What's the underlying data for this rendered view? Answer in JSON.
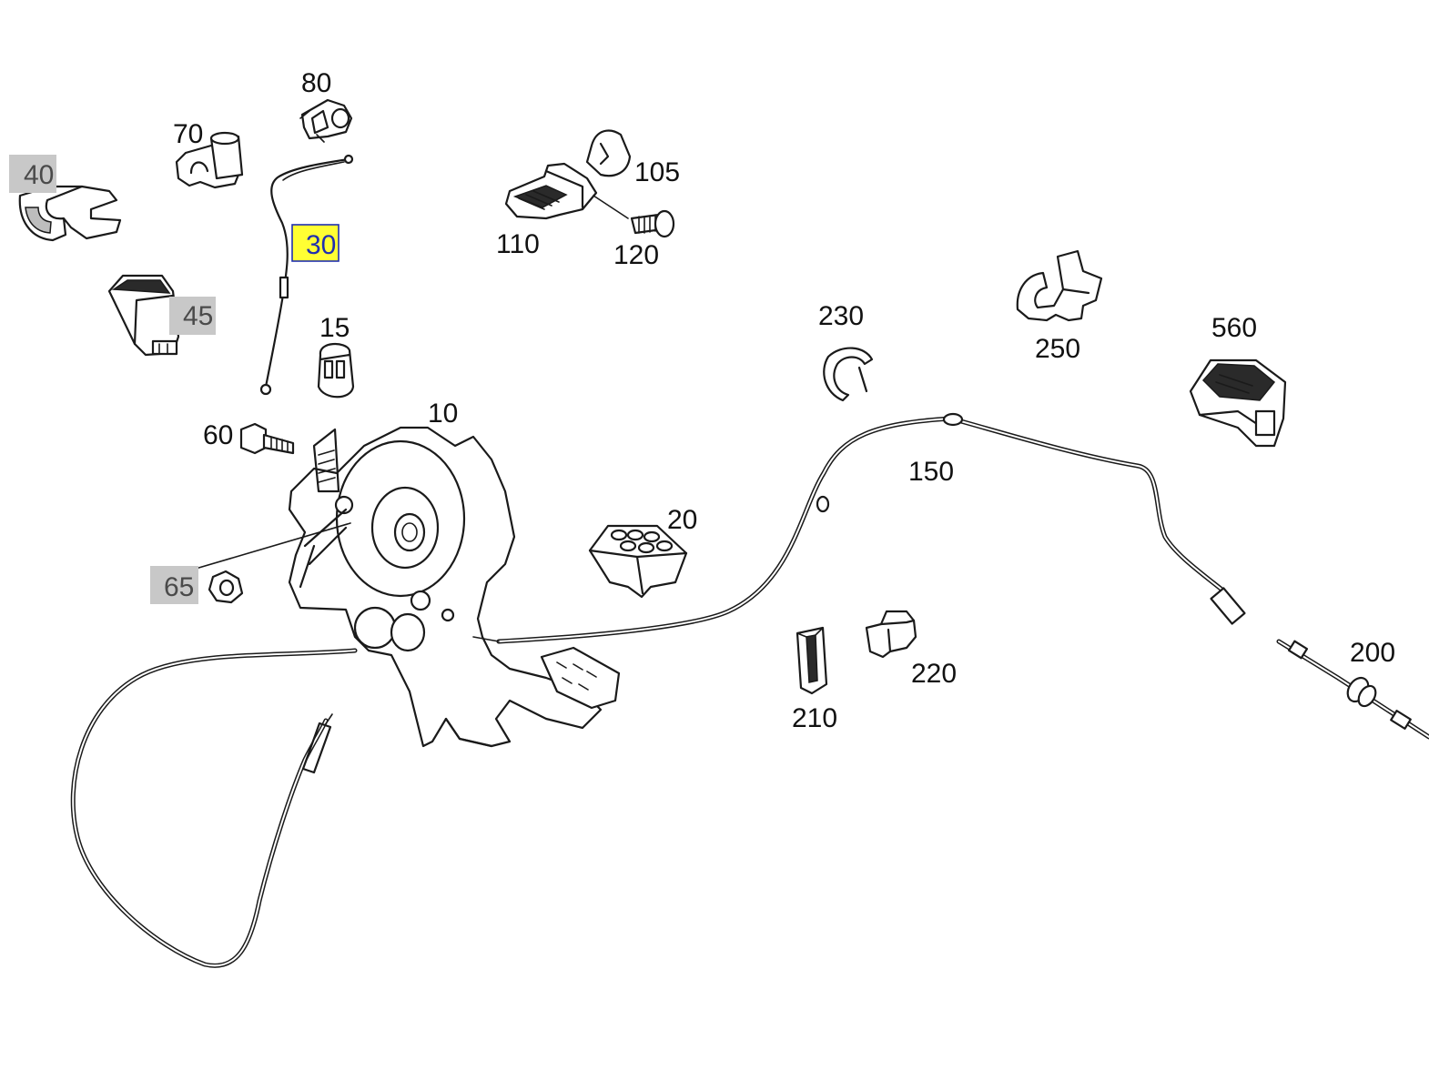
{
  "diagram": {
    "colors": {
      "line": "#1a1a1a",
      "label_highlight_grey": "#c8c8c8",
      "label_highlight_selected": "#ffff33",
      "label_selected_text": "#1f2fb0"
    },
    "labels": {
      "p10": "10",
      "p15": "15",
      "p20": "20",
      "p30": "30",
      "p40": "40",
      "p45": "45",
      "p60": "60",
      "p65": "65",
      "p70": "70",
      "p80": "80",
      "p105": "105",
      "p110": "110",
      "p120": "120",
      "p150": "150",
      "p200": "200",
      "p210": "210",
      "p220": "220",
      "p230": "230",
      "p250": "250",
      "p560": "560"
    },
    "selected_part": "30",
    "greyed_parts": [
      "40",
      "45",
      "65"
    ]
  }
}
